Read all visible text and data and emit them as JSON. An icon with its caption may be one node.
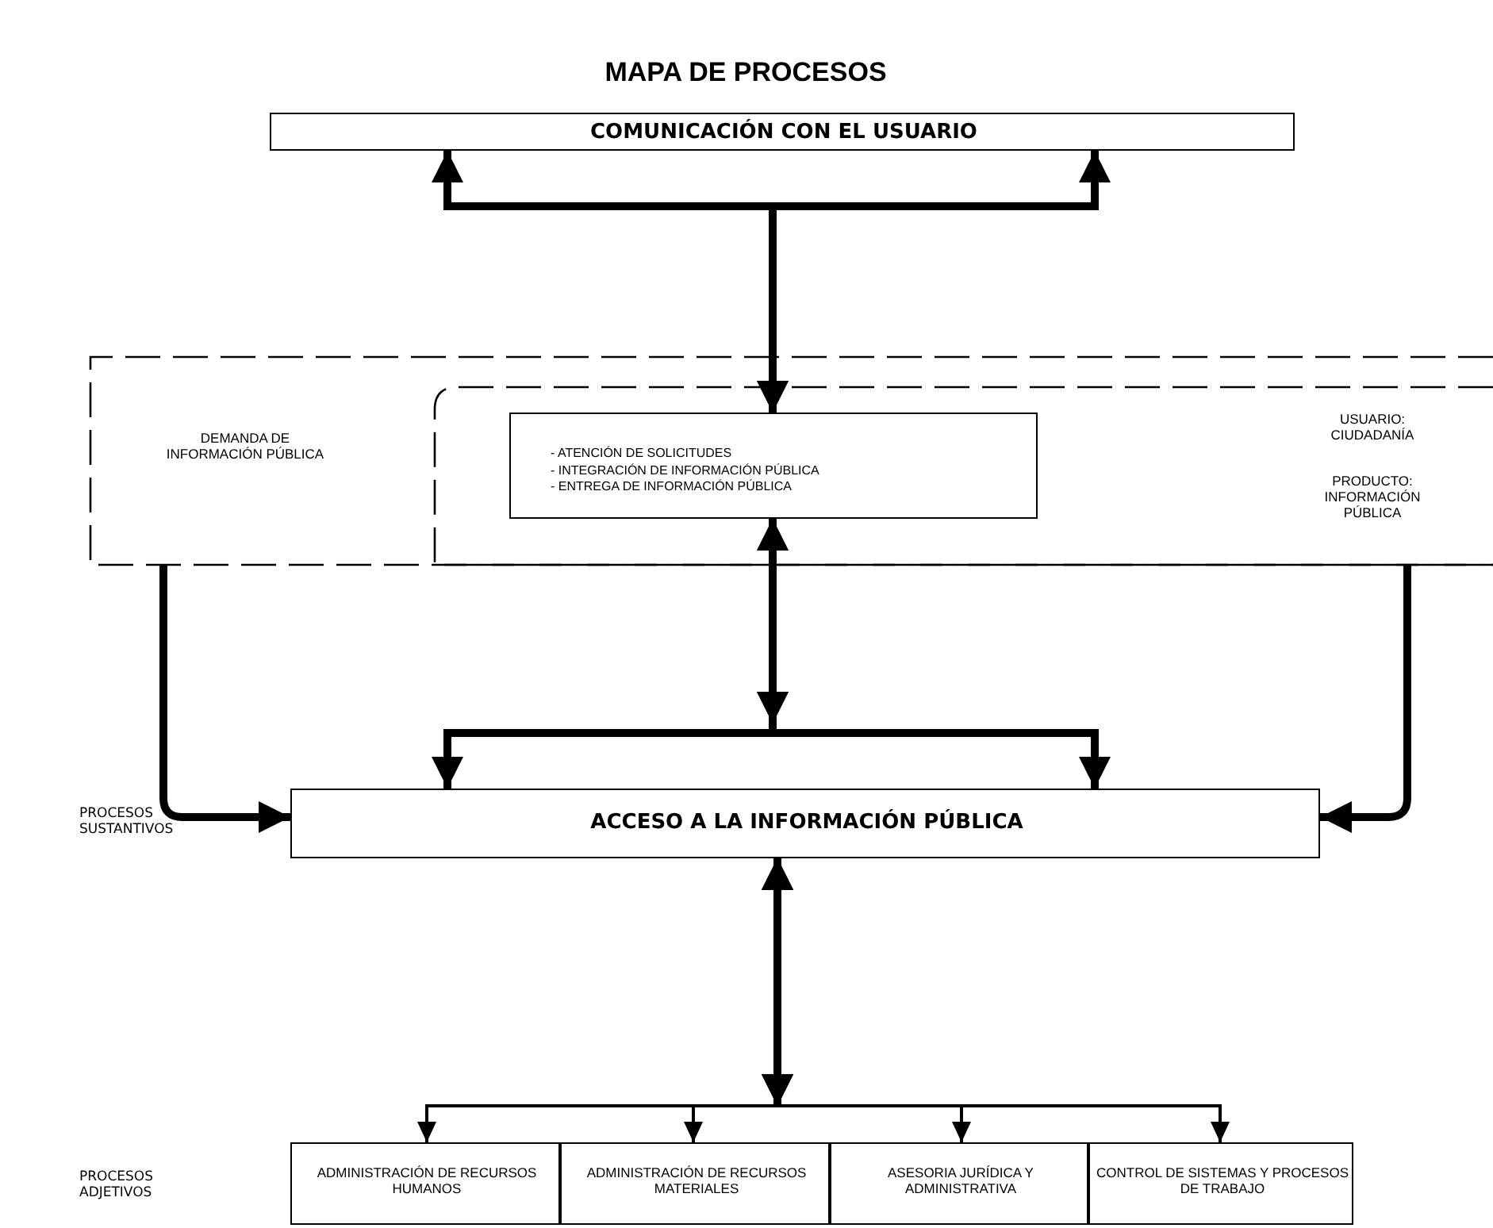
{
  "diagram": {
    "title": "MAPA DE PROCESOS",
    "nodes": [
      {
        "text": [
          "COMUNICACIÓN CON EL USUARIO"
        ]
      },
      {
        "text": [
          "DEMANDA DE INFORMACIÓN PÚBLICA"
        ]
      },
      {
        "text": [
          "USUARIO: CIUDADANÍA",
          "PRODUCTO: INFORMACIÓN PÚBLICA"
        ],
        "in": 1
      },
      {
        "text": [
          "- ATENCIÓN DE SOLICITUDES",
          "- INTEGRACIÓN DE INFORMACIÓN PÚBLICA",
          "- ENTREGA DE INFORMACIÓN PÚBLICA"
        ],
        "in": 2
      },
      {
        "text": [
          "ACCESO A LA INFORMACIÓN PÚBLICA"
        ]
      },
      {
        "text": [
          "ADMINISTRACIÓN DE RECURSOS HUMANOS"
        ]
      },
      {
        "text": [
          "ADMINISTRACIÓN DE RECURSOS MATERIALES"
        ]
      },
      {
        "text": [
          "ASESORIA JURÍDICA Y ADMINISTRATIVA"
        ]
      },
      {
        "text": [
          "CONTROL DE SISTEMAS Y PROCESOS DE TRABAJO"
        ]
      }
    ],
    "edges": [
      {
        "from": 3,
        "to": 0,
        "arrow": "both"
      },
      {
        "from": 3,
        "to": 0,
        "arrow": "both"
      },
      {
        "from": 3,
        "to": 4,
        "arrow": "both"
      },
      {
        "from": 3,
        "to": 4,
        "arrow": "both"
      },
      {
        "from": 1,
        "to": 4,
        "arrow": "to"
      },
      {
        "from": 2,
        "to": 4,
        "arrow": "to"
      },
      {
        "from": 4,
        "to": 5,
        "arrow": "both"
      },
      {
        "from": 4,
        "to": 6,
        "arrow": "both"
      },
      {
        "from": 4,
        "to": 7,
        "arrow": "both"
      },
      {
        "from": 4,
        "to": 8,
        "arrow": "both"
      }
    ],
    "labels": [
      "PROCESOS SUSTANTIVOS",
      "PROCESOS ADJETIVOS"
    ]
  }
}
